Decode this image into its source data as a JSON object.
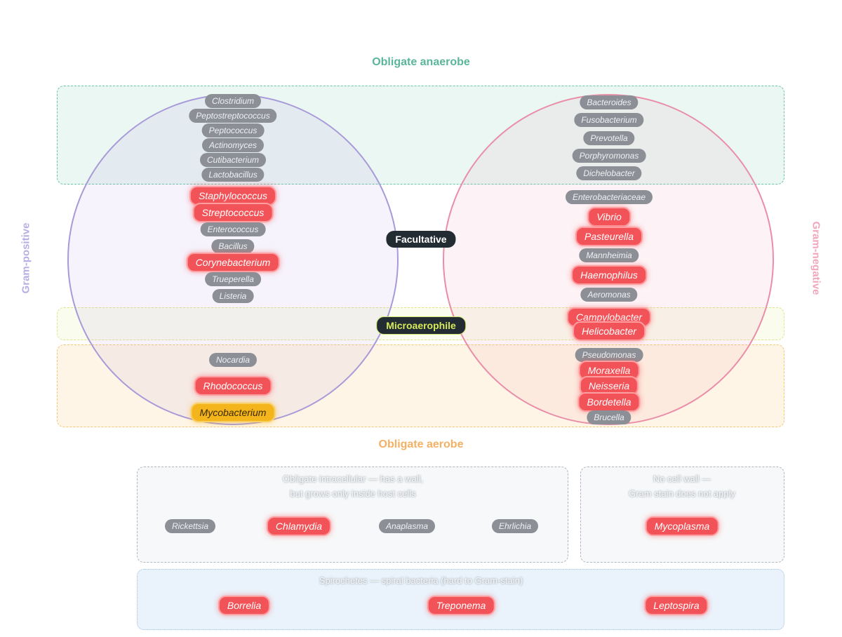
{
  "zones": {
    "anaerobe_title": "Obligate anaerobe",
    "aerobe_title": "Obligate aerobe",
    "facultative_label": "Facultative",
    "microaerophile_label": "Microaerophile"
  },
  "axes": {
    "left_label": "Gram-positive",
    "right_label": "Gram-negative"
  },
  "gram_positive": {
    "anaerobe": [
      "Clostridium",
      "Peptostreptococcus",
      "Peptococcus",
      "Actinomyces",
      "Cutibacterium",
      "Lactobacillus"
    ],
    "facultative": [
      "Staphylococcus",
      "Streptococcus",
      "Enterococcus",
      "Bacillus",
      "Corynebacterium",
      "Trueperella",
      "Listeria"
    ],
    "aerobe": [
      "Nocardia",
      "Rhodococcus",
      "Mycobacterium"
    ]
  },
  "gram_negative": {
    "anaerobe": [
      "Bacteroides",
      "Fusobacterium",
      "Prevotella",
      "Porphyromonas",
      "Dichelobacter"
    ],
    "facultative": [
      "Enterobacteriaceae",
      "Vibrio",
      "Pasteurella",
      "Mannheimia",
      "Haemophilus",
      "Aeromonas"
    ],
    "microaerophile": [
      "Campylobacter",
      "Helicobacter"
    ],
    "aerobe": [
      "Pseudomonas",
      "Moraxella",
      "Neisseria",
      "Bordetella",
      "Brucella"
    ]
  },
  "intracellular": {
    "caption_line1": "Obligate intracellular — has a wall,",
    "caption_line2": "but grows only inside host cells",
    "items": [
      "Rickettsia",
      "Chlamydia",
      "Anaplasma",
      "Ehrlichia"
    ]
  },
  "no_wall": {
    "caption_line1": "No cell wall —",
    "caption_line2": "Gram stain does not apply",
    "items": [
      "Mycoplasma"
    ]
  },
  "spirochetes": {
    "caption": "Spirochetes — spiral bacteria (hard to Gram-stain)",
    "items": [
      "Borrelia",
      "Treponema",
      "Leptospira"
    ]
  },
  "colors": {
    "highlight": "#f25358",
    "special": "#f4b51c",
    "default": "#8c9096",
    "gram_positive": "#a89ad8",
    "gram_negative": "#e98ea8",
    "anaerobe": "#5ab59a",
    "aerobe": "#f6b063"
  }
}
